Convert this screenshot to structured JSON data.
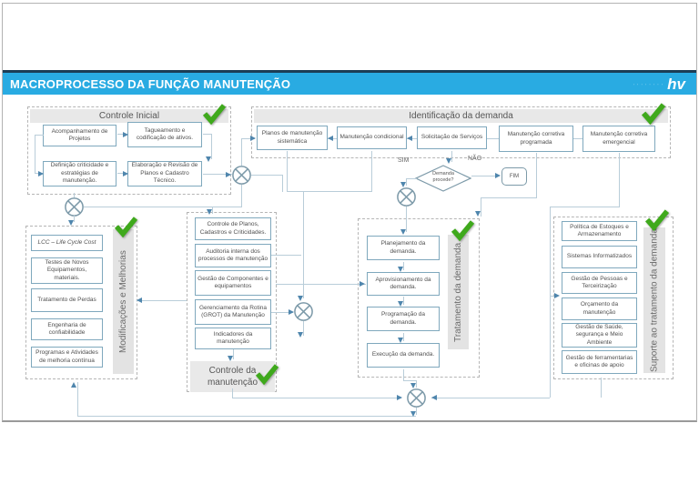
{
  "header": {
    "title": "MACROPROCESSO DA FUNÇÃO MANUTENÇÃO",
    "logo_mark": "hv"
  },
  "colors": {
    "header_blue": "#29abe2",
    "check_green": "#3fa91c",
    "box_border_blue": "#7fa8bd",
    "connector_gray_blue": "#b9cdd9"
  },
  "sections": {
    "controle_inicial": {
      "title": "Controle Inicial",
      "boxes": [
        "Acompanhamento de Projetos",
        "Tagueamento e codificação de ativos.",
        "Definição criticidade e estratégias de manutenção.",
        "Elaboração e Revisão de Planos e Cadastro Técnico."
      ]
    },
    "identificacao": {
      "title": "Identificação da demanda",
      "boxes": [
        "Planos de manutenção sistemática",
        "Manutenção condicional",
        "Solicitação de Serviços",
        "Manutenção corretiva programada",
        "Manutenção corretiva emergencial"
      ]
    },
    "decision": {
      "question": "Demanda procede?",
      "yes_label": "SIM",
      "no_label": "NÃO",
      "end_label": "FIM"
    },
    "modificacoes": {
      "label": "Modificações e Melhorias",
      "boxes": [
        "LCC – Life Cycle Cost",
        "Testes de Novos Equipamentos, materiais.",
        "Tratamento de Perdas",
        "Engenharia de confiabilidade",
        "Programas e Atividades de melhoria contínua"
      ]
    },
    "controle_manutencao": {
      "label": "Controle da manutenção",
      "boxes": [
        "Controle de Planos, Cadastros e Criticidades.",
        "Auditoria interna dos processos de manutenção",
        "Gestão de Componentes e equipamentos",
        "Gerenciamento da Rotina (GROT) da Manutenção",
        "Indicadores da manutenção"
      ]
    },
    "tratamento": {
      "label": "Tratamento da demanda",
      "boxes": [
        "Planejamento da demanda.",
        "Aprovisionamento da demanda.",
        "Programação da demanda.",
        "Execução da demanda."
      ]
    },
    "suporte": {
      "label": "Suporte ao tratamento da demanda",
      "boxes": [
        "Política de Estoques e Armazenamento",
        "Sistemas Informatizados",
        "Gestão de Pessoas e Terceirização",
        "Orçamento da manutenção",
        "Gestão de Saúde, segurança e Meio Ambiente",
        "Gestão de ferramentarias e oficinas de apoio"
      ]
    }
  }
}
